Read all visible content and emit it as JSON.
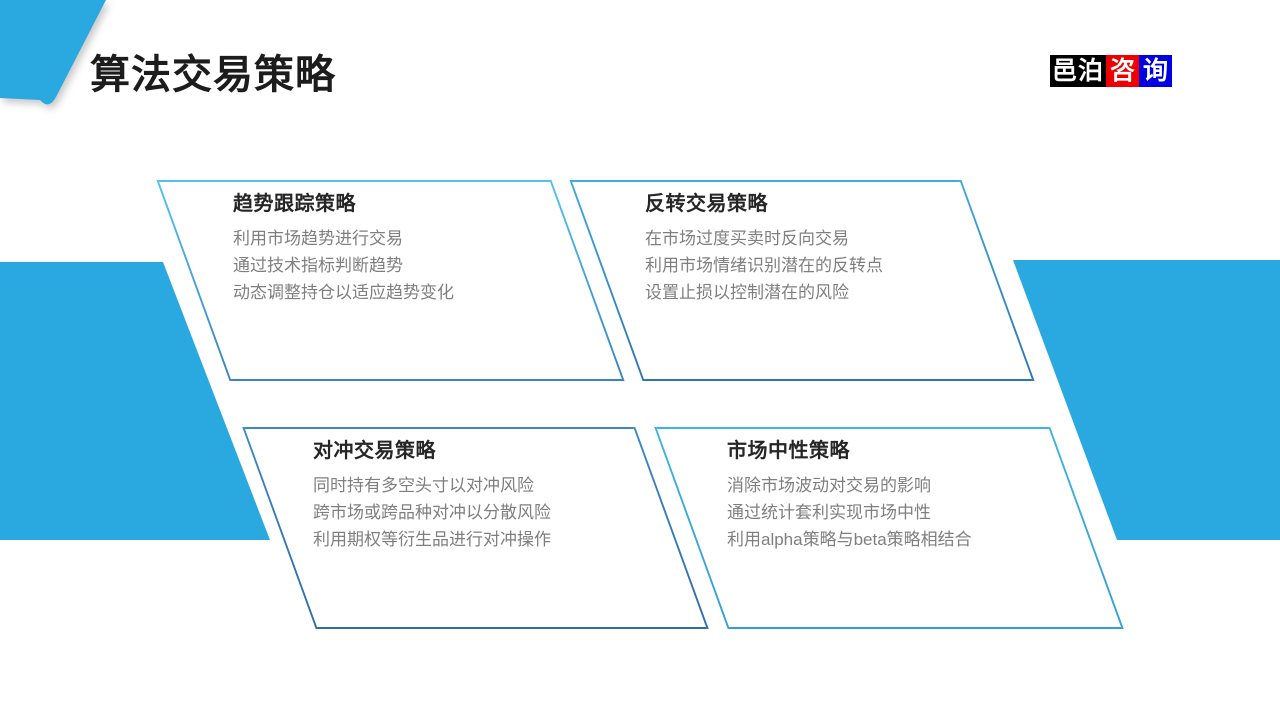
{
  "slide": {
    "title": "算法交易策略",
    "logo": {
      "segments": [
        {
          "text": "邑泊",
          "bg": "#000000"
        },
        {
          "text": "咨",
          "bg": "#ee0000"
        },
        {
          "text": "询",
          "bg": "#0000e0"
        }
      ]
    },
    "cards": [
      {
        "title": "趋势跟踪策略",
        "lines": [
          "利用市场趋势进行交易",
          "通过技术指标判断趋势",
          "动态调整持仓以适应趋势变化"
        ]
      },
      {
        "title": "反转交易策略",
        "lines": [
          "在市场过度买卖时反向交易",
          "利用市场情绪识别潜在的反转点",
          "设置止损以控制潜在的风险"
        ]
      },
      {
        "title": "对冲交易策略",
        "lines": [
          "同时持有多空头寸以对冲风险",
          "跨市场或跨品种对冲以分散风险",
          "利用期权等衍生品进行对冲操作"
        ]
      },
      {
        "title": "市场中性策略",
        "lines": [
          "消除市场波动对交易的影响",
          "通过统计套利实现市场中性",
          "利用alpha策略与beta策略相结合"
        ]
      }
    ],
    "colors": {
      "accent_blue": "#29a9e0",
      "card_border_light": "#4fc3ee",
      "card_border_dark": "#2e6ca8",
      "title_text": "#1c1c1c",
      "body_text": "#7f7f7f"
    }
  }
}
